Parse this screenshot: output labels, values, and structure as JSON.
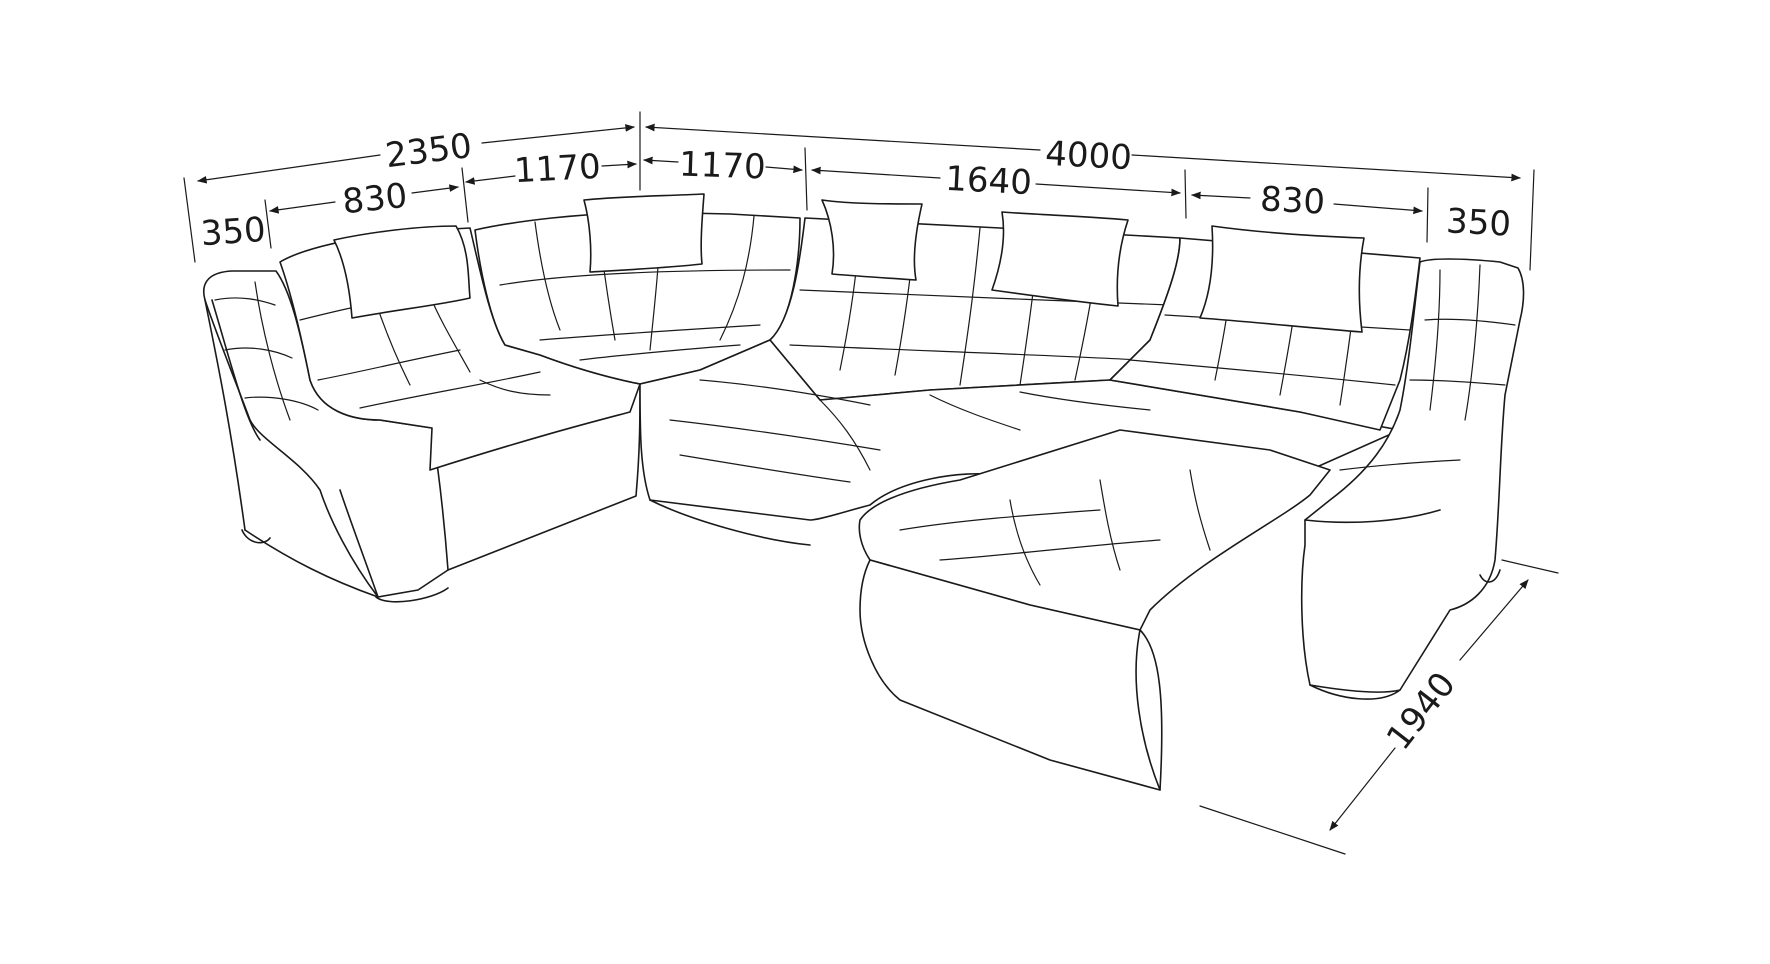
{
  "diagram": {
    "dimensions": {
      "left_total": "2350",
      "right_total": "4000",
      "depth": "1940",
      "left_arm": "350",
      "left_seat": "830",
      "left_corner": "1170",
      "right_corner": "1170",
      "middle_seat": "1640",
      "right_seat": "830",
      "right_arm": "350"
    },
    "line_color": "#1a1a1a",
    "background": "#ffffff"
  }
}
